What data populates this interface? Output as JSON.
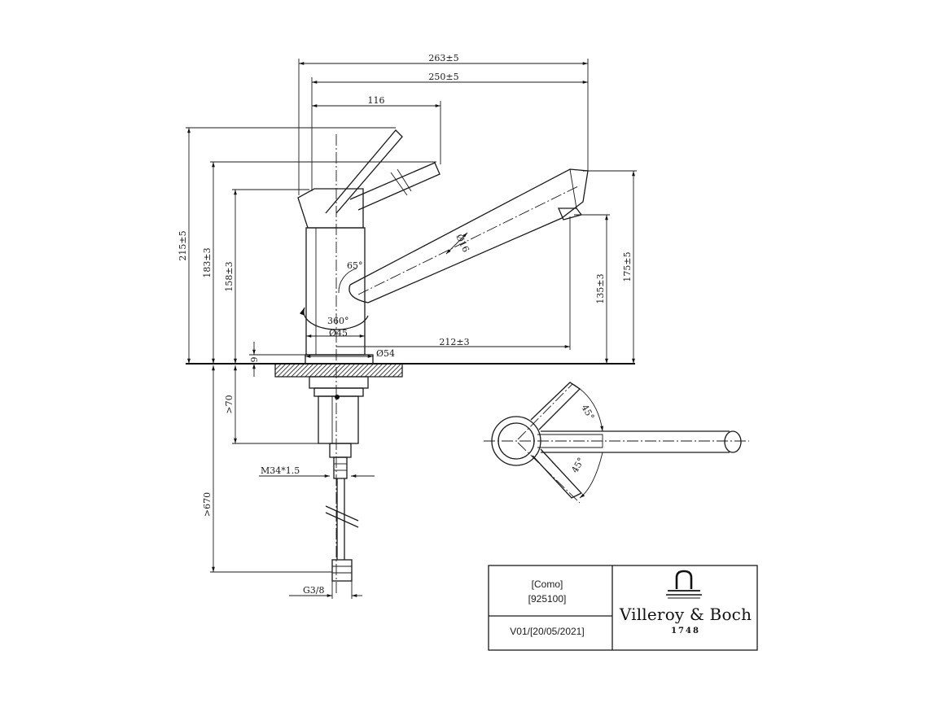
{
  "dimensions": {
    "overall_length": "263±5",
    "spout_reach": "250±5",
    "lever_reach": "116",
    "total_height": "215±5",
    "lever_height": "183±3",
    "body_height": "158±3",
    "outlet_height": "135±3",
    "spout_tip_height": "175±5",
    "outlet_projection": "212±3",
    "spout_angle": "65°",
    "swivel": "360°",
    "body_diameter": "Ø45",
    "base_diameter": "Ø54",
    "spout_diameter": "Ø16",
    "base_thickness": "9",
    "shank_length": ">70",
    "hose_length": ">670",
    "thread_size": "M34*1.5",
    "connection": "G3/8",
    "lever_angle_top": "45°",
    "lever_angle_bottom": "45°"
  },
  "title_block": {
    "product_name": "[Como]",
    "product_number": "[925100]",
    "version": "V01/[20/05/2021]",
    "brand_name": "Villeroy & Boch",
    "brand_year": "1748"
  }
}
